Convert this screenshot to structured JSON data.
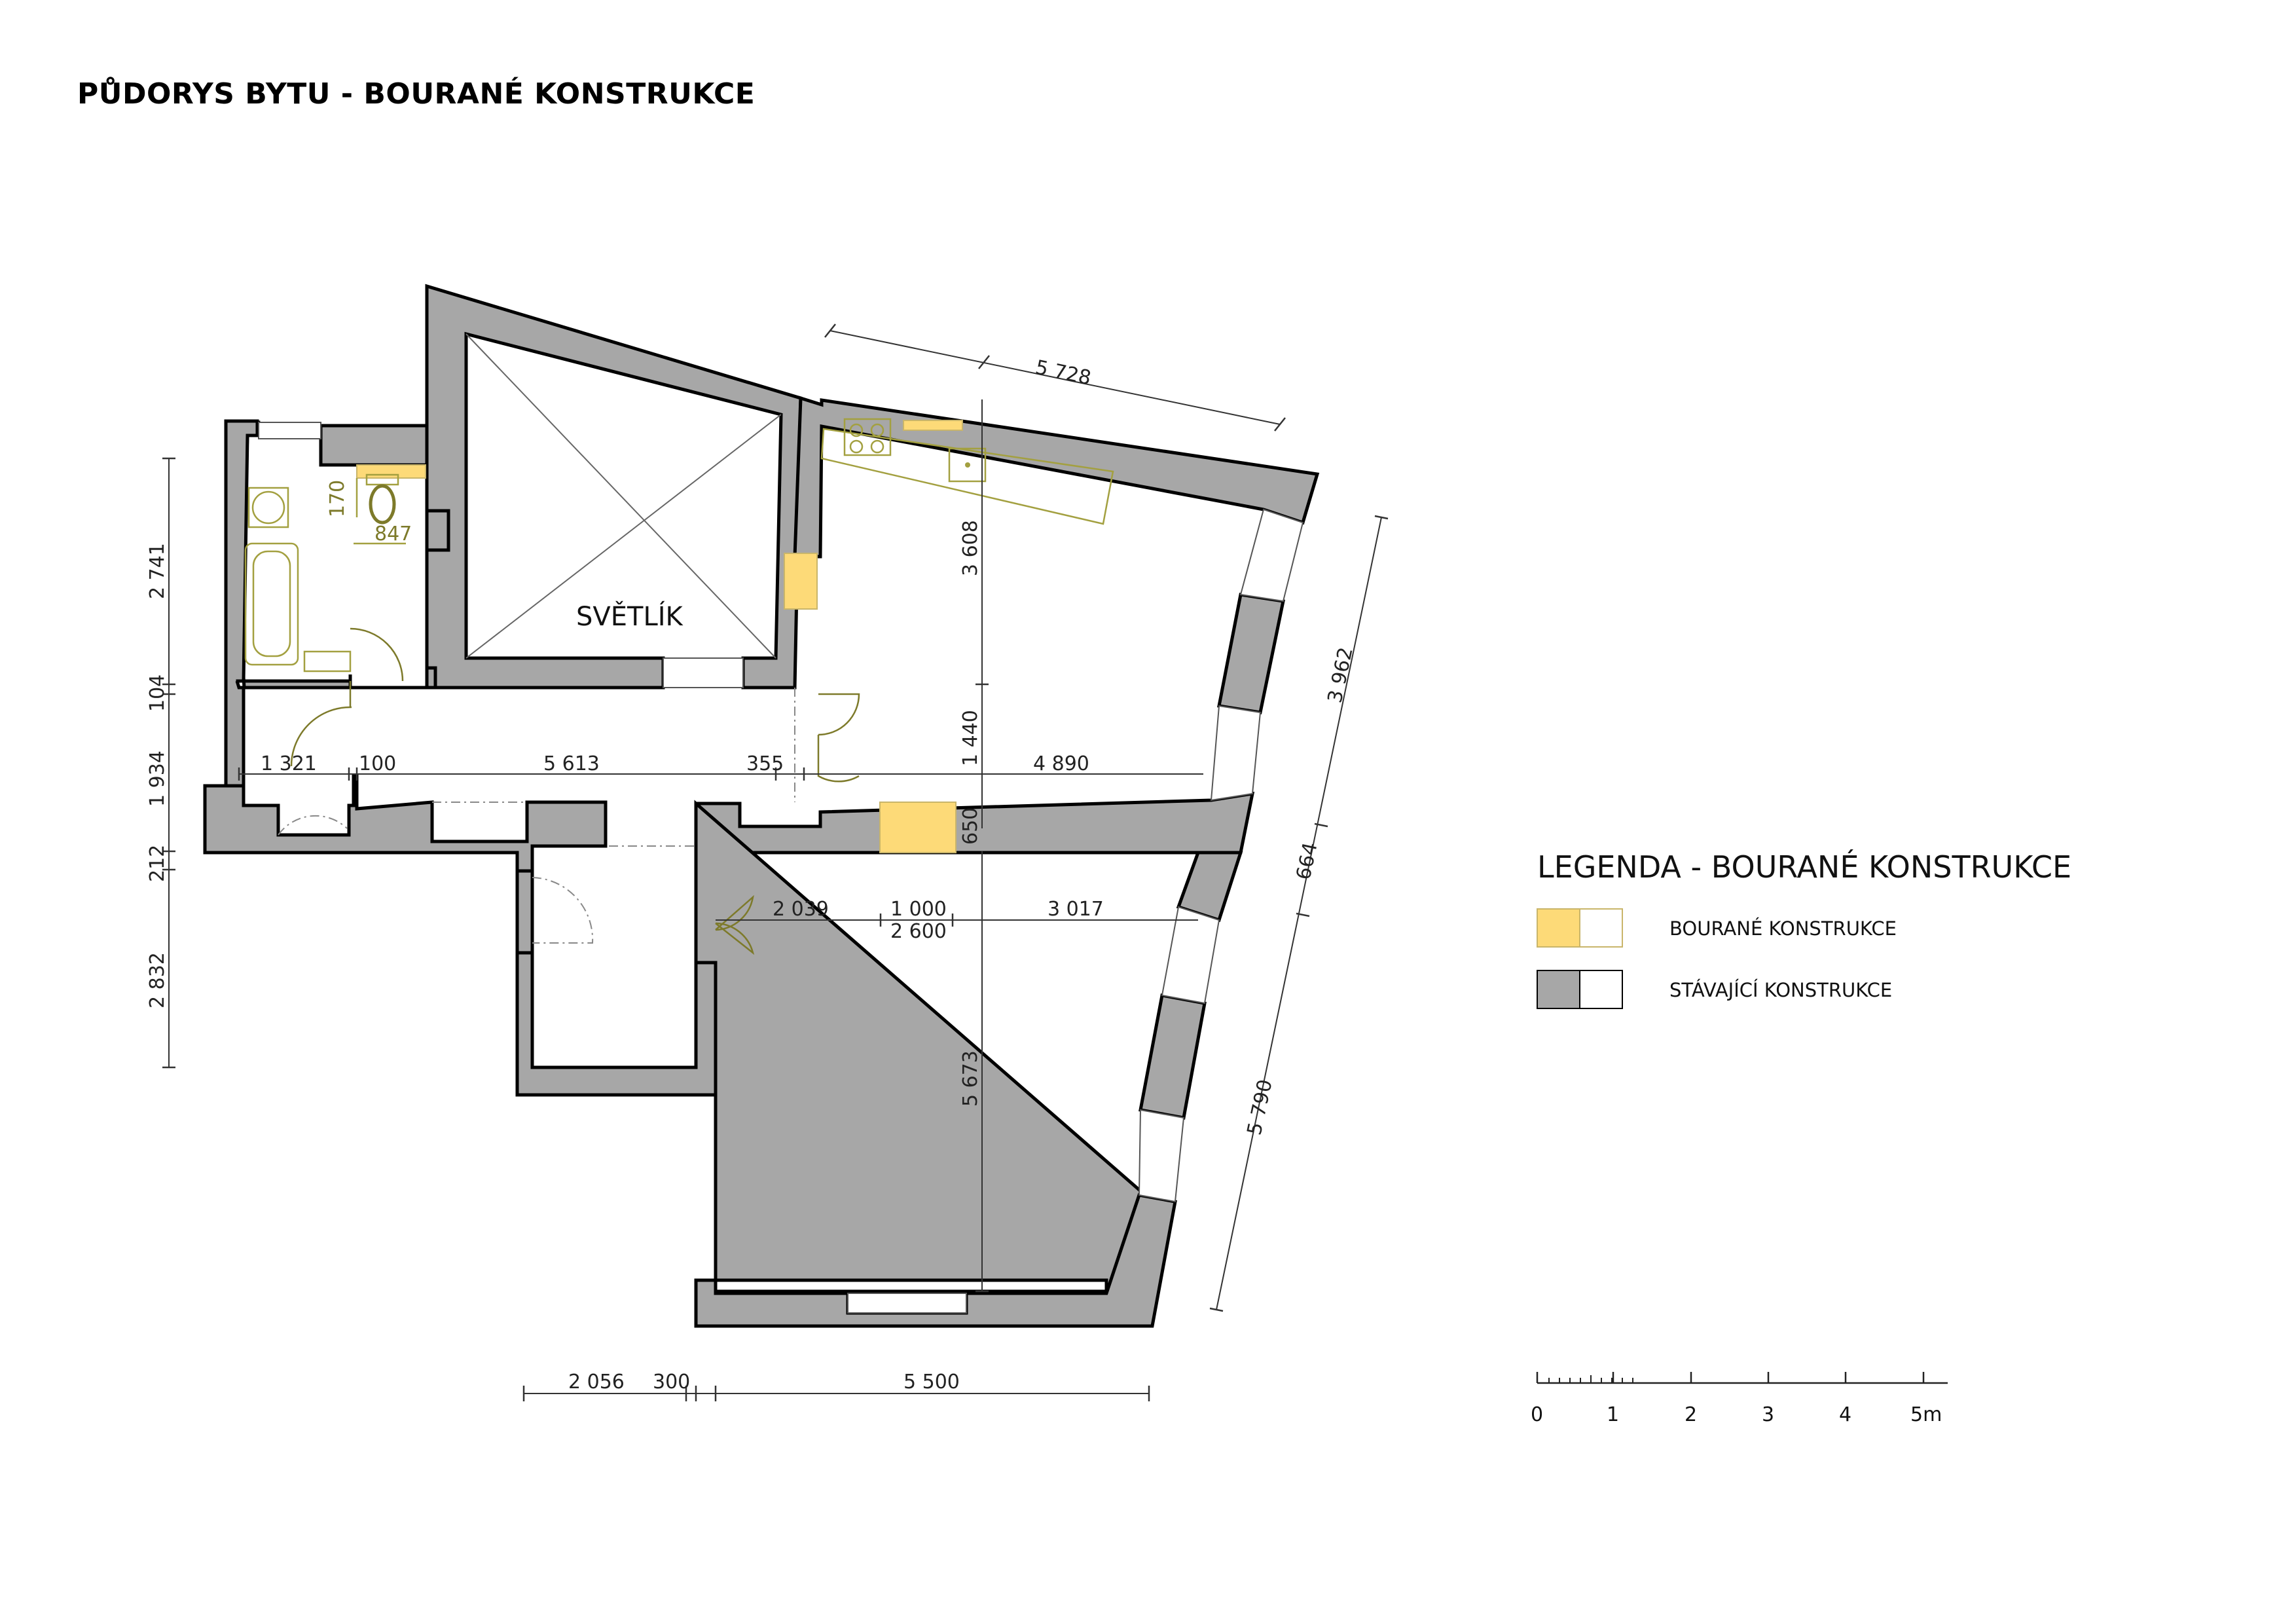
{
  "title": "PŮDORYS BYTU - BOURANÉ KONSTRUKCE",
  "room_label": "SVĚTLÍK",
  "colors": {
    "existing": "#a7a7a7",
    "demolished": "#fdda78",
    "outline": "#000000"
  },
  "dimensions": {
    "d5728": "5 728",
    "d3608": "3 608",
    "d3962": "3 962",
    "d1440": "1 440",
    "d4890": "4 890",
    "d1321": "1 321",
    "d100": "100",
    "d5613": "5 613",
    "d355": "355",
    "d650": "650",
    "d664": "664",
    "d2039": "2 039",
    "d1000": "1 000",
    "d2600": "2 600",
    "d3017": "3 017",
    "d5673": "5 673",
    "d5790": "5 790",
    "d2056": "2 056",
    "d300": "300",
    "d5500": "5 500",
    "d170": "170",
    "d847": "847",
    "left2741": "2 741",
    "left104": "104",
    "left1934": "1 934",
    "left212": "212",
    "left2832": "2 832"
  },
  "legend": {
    "title": "LEGENDA - BOURANÉ KONSTRUKCE",
    "items": [
      {
        "label": "BOURANÉ KONSTRUKCE",
        "color": "#fdda78"
      },
      {
        "label": "STÁVAJÍCÍ KONSTRUKCE",
        "color": "#a7a7a7"
      }
    ]
  },
  "scale": {
    "labels": [
      "0",
      "1",
      "2",
      "3",
      "4",
      "5m"
    ]
  }
}
